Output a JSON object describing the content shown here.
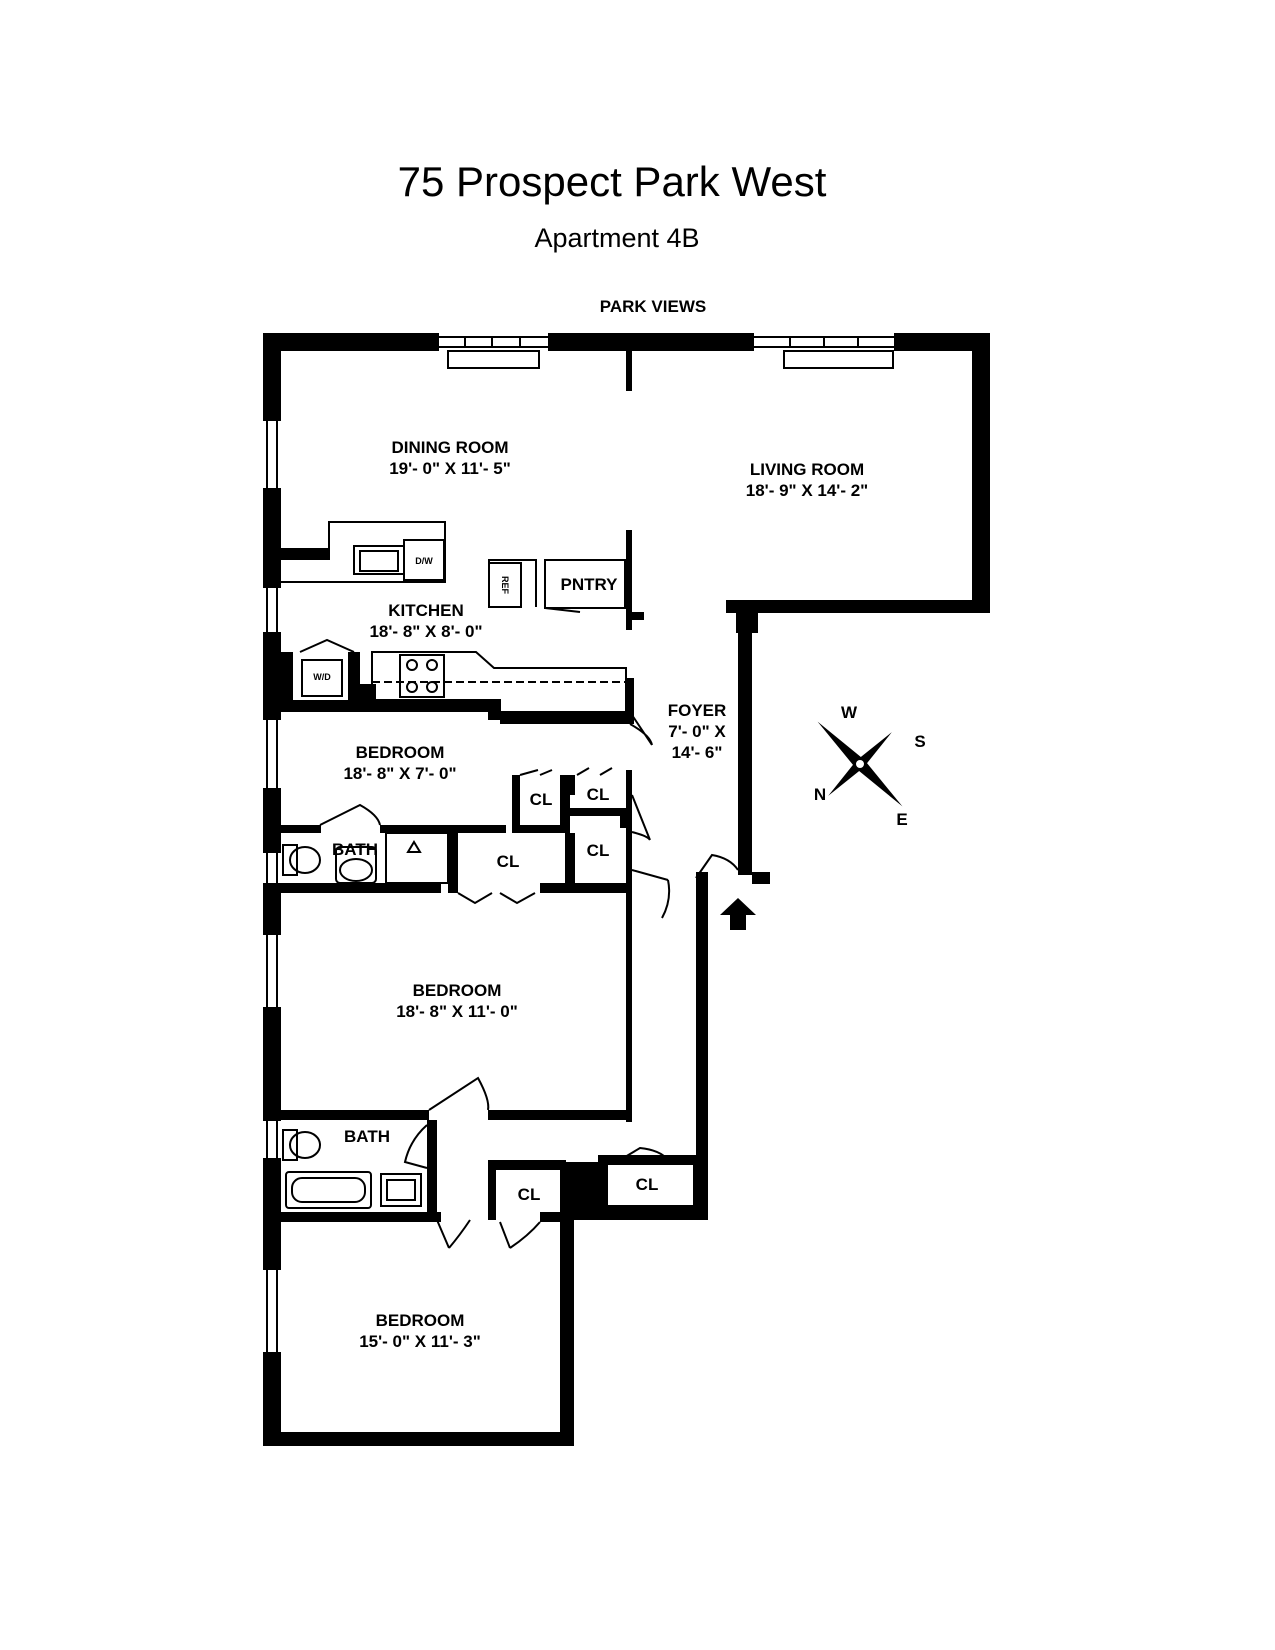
{
  "header": {
    "title": "75 Prospect Park West",
    "subtitle": "Apartment 4B",
    "views_label": "PARK VIEWS"
  },
  "rooms": {
    "dining": {
      "name": "DINING ROOM",
      "dims": "19'- 0\" X 11'- 5\""
    },
    "living": {
      "name": "LIVING ROOM",
      "dims": "18'- 9\" X 14'- 2\""
    },
    "kitchen": {
      "name": "KITCHEN",
      "dims": "18'- 8\" X 8'- 0\""
    },
    "pantry": {
      "name": "PNTRY"
    },
    "foyer": {
      "name": "FOYER",
      "dims_line1": "7'- 0\" X",
      "dims_line2": "14'- 6\""
    },
    "bedroom1": {
      "name": "BEDROOM",
      "dims": "18'- 8\" X 7'- 0\""
    },
    "bath1": {
      "name": "BATH"
    },
    "bedroom2": {
      "name": "BEDROOM",
      "dims": "18'- 8\" X 11'- 0\""
    },
    "bath2": {
      "name": "BATH"
    },
    "bedroom3": {
      "name": "BEDROOM",
      "dims": "15'- 0\" X 11'- 3\""
    }
  },
  "closet_label": "CL",
  "fixtures": {
    "dishwasher": "D/W",
    "refrigerator": "REF",
    "washer_dryer": "W/D"
  },
  "compass": {
    "west": "W",
    "south": "S",
    "north": "N",
    "east": "E"
  },
  "colors": {
    "wall": "#000000",
    "background": "#ffffff"
  }
}
